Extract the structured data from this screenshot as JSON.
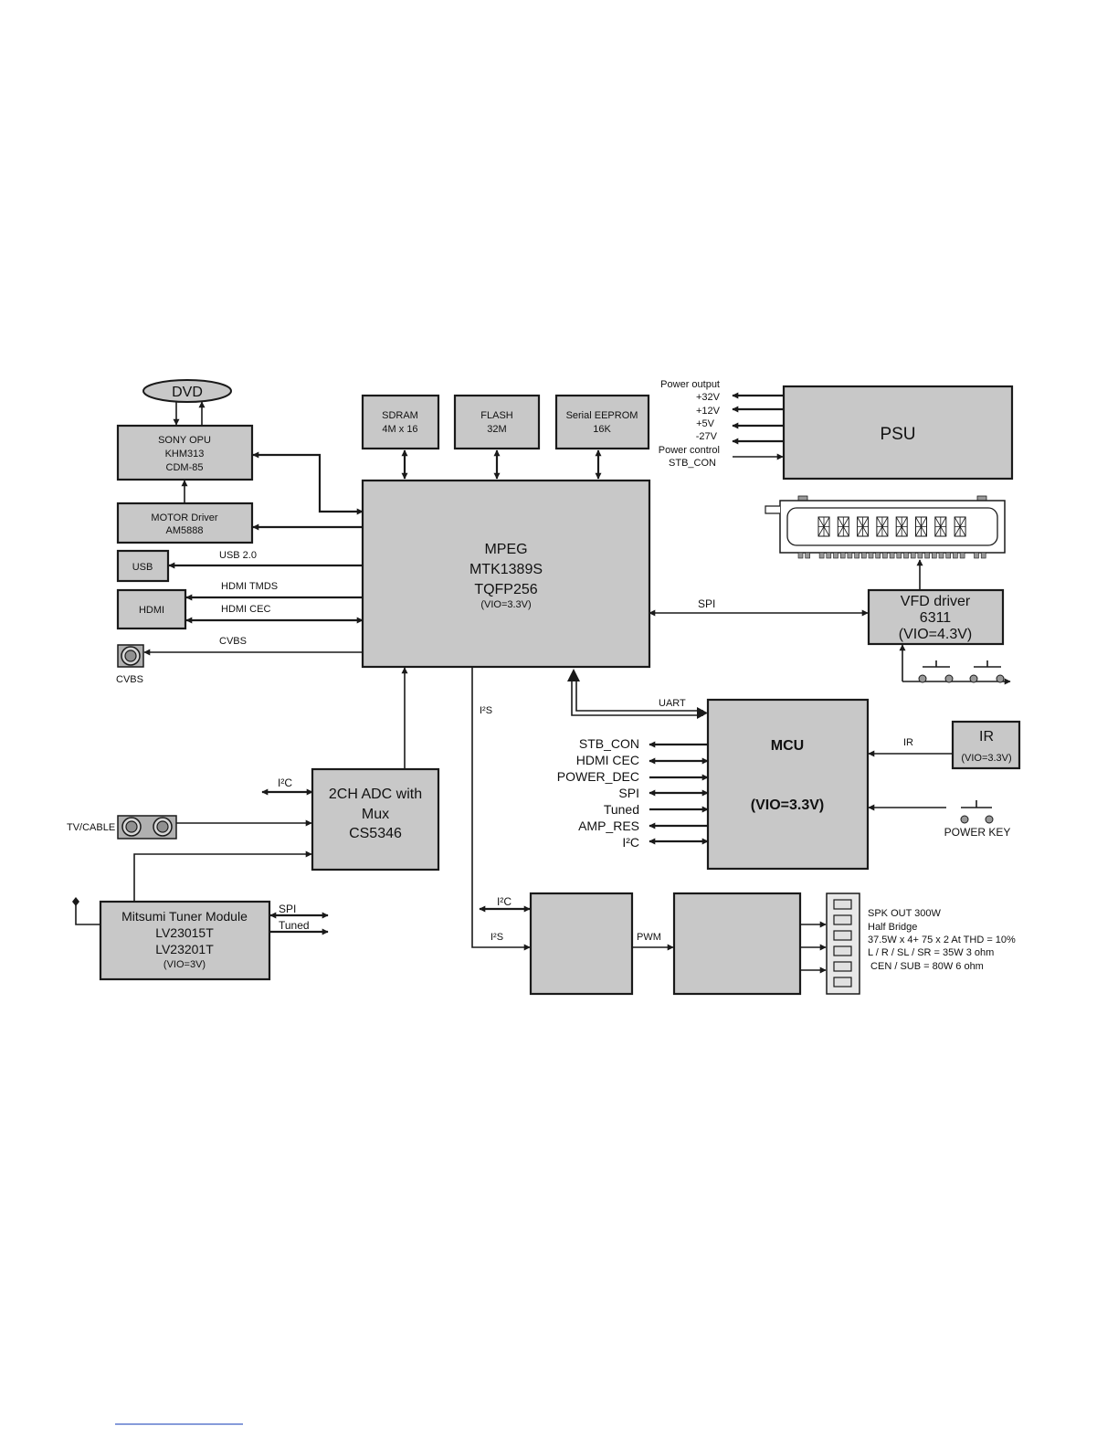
{
  "blocks": {
    "dvd": "DVD",
    "opu": [
      "SONY OPU",
      "KHM313",
      "CDM-85"
    ],
    "motor": [
      "MOTOR Driver",
      "AM5888"
    ],
    "usb": "USB",
    "hdmi": "HDMI",
    "cvbs_jack": "CVBS",
    "sdram": [
      "SDRAM",
      "4M x 16"
    ],
    "flash": [
      "FLASH",
      "32M"
    ],
    "eeprom": [
      "Serial EEPROM",
      "16K"
    ],
    "mpeg": [
      "MPEG",
      "MTK1389S",
      "TQFP256",
      "(VIO=3.3V)"
    ],
    "psu": "PSU",
    "vfd_driver": [
      "VFD driver",
      "6311",
      "(VIO=4.3V)"
    ],
    "adc": [
      "2CH ADC with",
      "Mux",
      "CS5346"
    ],
    "tuner": [
      "Mitsumi Tuner Module",
      "LV23015T",
      "LV23201T",
      "(VIO=3V)"
    ],
    "mcu": [
      "MCU",
      "(VIO=3.3V)"
    ],
    "ir": [
      "IR",
      "(VIO=3.3V)"
    ]
  },
  "signals": {
    "usb": "USB 2.0",
    "hdmi_tmds": "HDMI TMDS",
    "hdmi_cec": "HDMI CEC",
    "cvbs": "CVBS",
    "spi": "SPI",
    "uart": "UART",
    "i2s": "I²S",
    "i2c": "I²C",
    "pwm": "PWM",
    "ir": "IR",
    "tv_cable": "TV/CABLE",
    "tuner_spi": "SPI",
    "tuner_tuned": "Tuned",
    "power_key": "POWER KEY"
  },
  "psu_labels": [
    "Power output",
    "+32V",
    "+12V",
    "+5V",
    "-27V",
    "Power control",
    "STB_CON"
  ],
  "mcu_signals": [
    "STB_CON",
    "HDMI CEC",
    "POWER_DEC",
    "SPI",
    "Tuned",
    "AMP_RES",
    "I²C"
  ],
  "speaker_notes": [
    "SPK OUT 300W",
    "Half Bridge",
    "37.5W x  4+ 75 x 2  At THD = 10%",
    "L / R / SL / SR = 35W 3 ohm",
    " CEN / SUB = 80W 6 ohm"
  ]
}
